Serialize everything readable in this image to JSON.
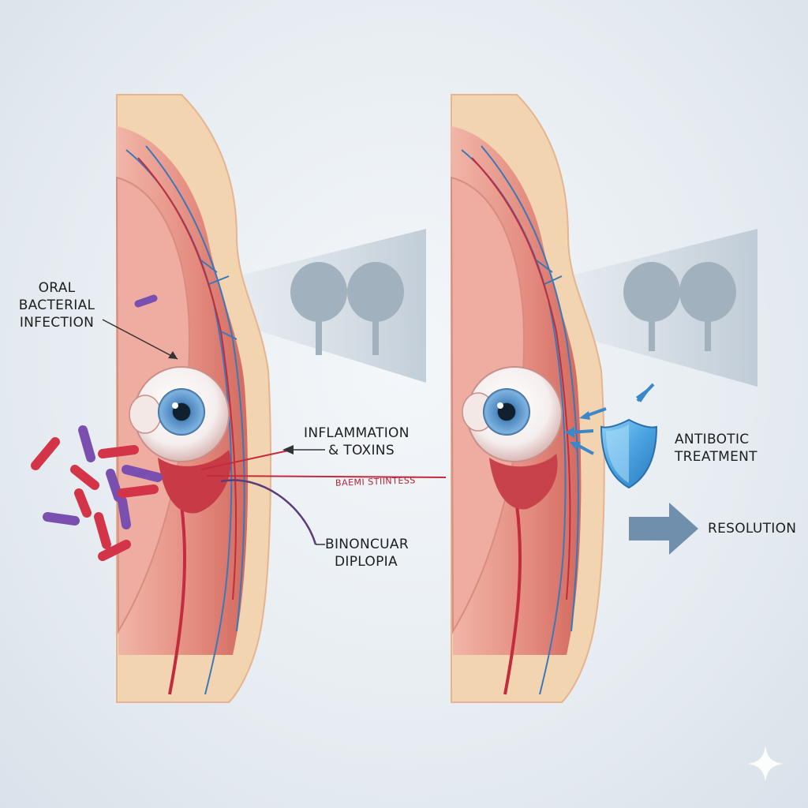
{
  "labels": {
    "oral_infection": [
      "ORAL",
      "BACTERIAL",
      "INFECTION"
    ],
    "inflammation": [
      "INFLAMMATION",
      "& TOXINS"
    ],
    "binocular": [
      "BINONCUAR",
      "DIPLOPIA"
    ],
    "small_text": "BAEMI STIINTESS",
    "antibiotic": [
      "ANTIBOTIC",
      "TREATMENT"
    ],
    "resolution": "RESOLUTION"
  },
  "colors": {
    "skin": "#f3d4b0",
    "muscle": "#d9665f",
    "vessel_red": "#c22c3c",
    "vessel_blue": "#3a78b8",
    "bacteria_red": "#d43447",
    "bacteria_purple": "#7a4fb0",
    "shield": "#4a9fdc",
    "arrow": "#6f8fac",
    "tree": "#a2b1be"
  },
  "icons": [
    "shield-icon",
    "tree-icon",
    "right-arrow-icon",
    "sparkle-icon",
    "eye-icon",
    "bacteria-icon"
  ]
}
